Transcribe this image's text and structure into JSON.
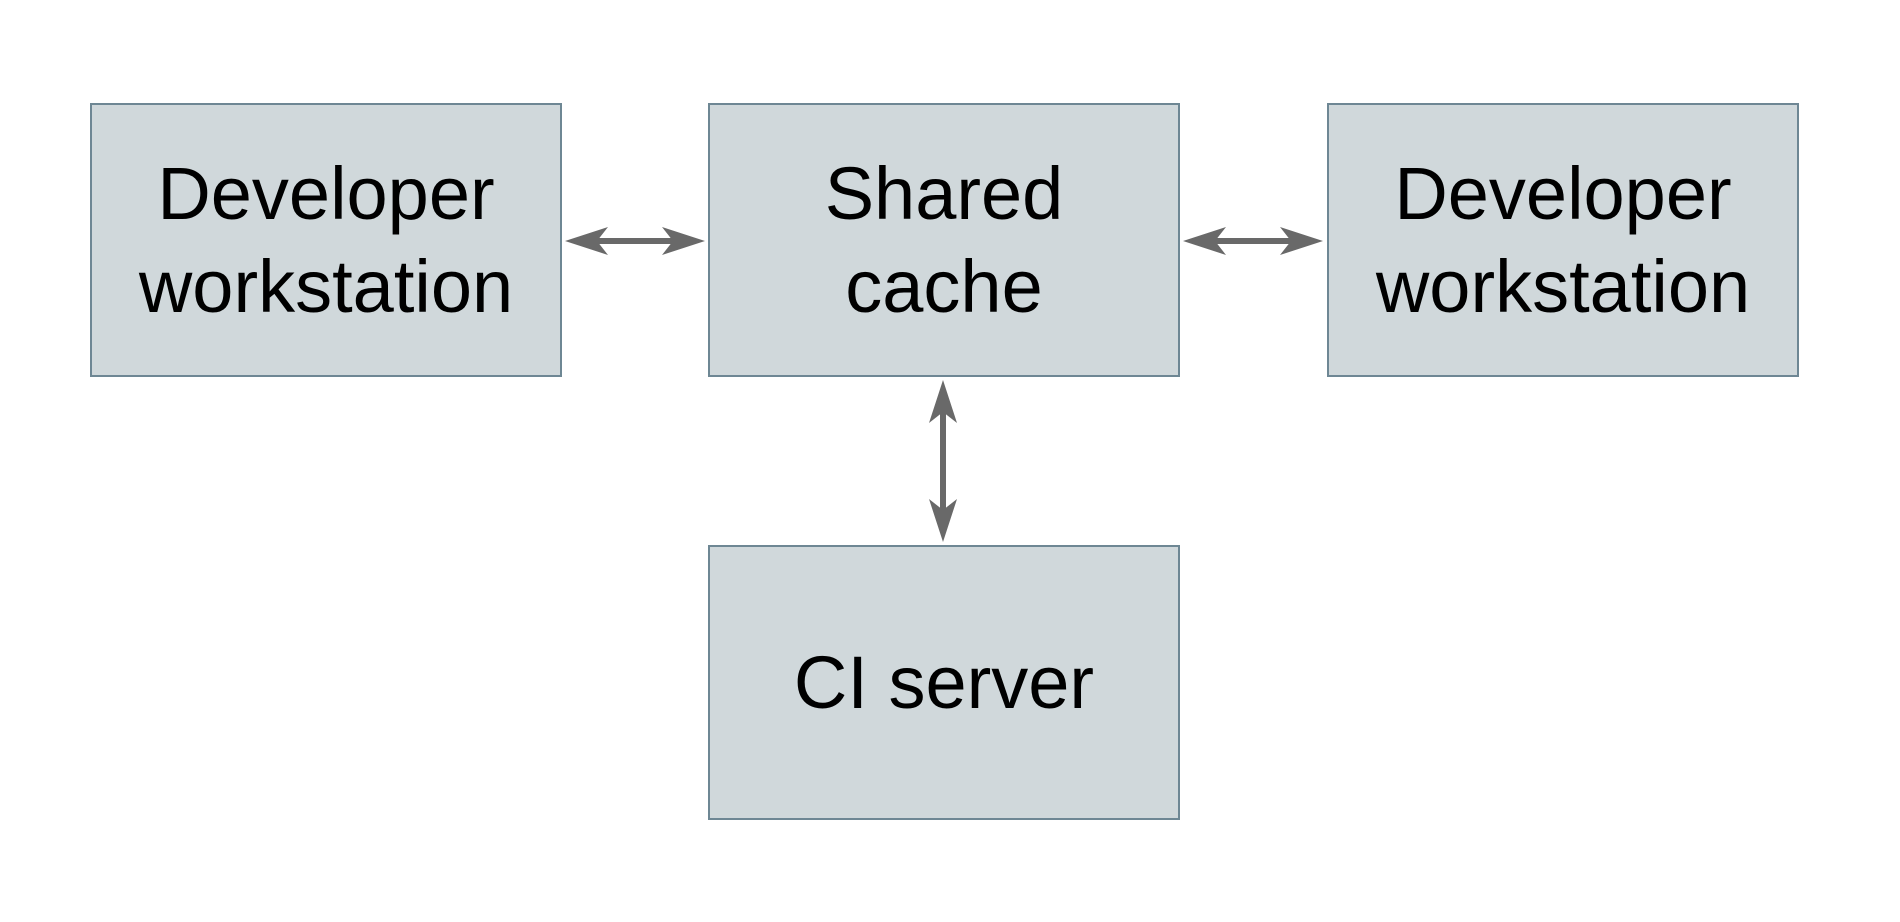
{
  "diagram": {
    "type": "architecture-diagram",
    "background": "#ffffff",
    "nodes": [
      {
        "id": "developer-workstation-left",
        "label": "Developer\nworkstation"
      },
      {
        "id": "shared-cache",
        "label": "Shared\ncache"
      },
      {
        "id": "developer-workstation-right",
        "label": "Developer\nworkstation"
      },
      {
        "id": "ci-server",
        "label": "CI server"
      }
    ],
    "edges": [
      {
        "from": "developer-workstation-left",
        "to": "shared-cache",
        "direction": "bidirectional",
        "orientation": "horizontal"
      },
      {
        "from": "shared-cache",
        "to": "developer-workstation-right",
        "direction": "bidirectional",
        "orientation": "horizontal"
      },
      {
        "from": "shared-cache",
        "to": "ci-server",
        "direction": "bidirectional",
        "orientation": "vertical"
      }
    ],
    "colors": {
      "node_fill": "#d0d8db",
      "node_border": "#6e8794",
      "arrow": "#696969",
      "text": "#000000",
      "background": "#ffffff"
    }
  }
}
